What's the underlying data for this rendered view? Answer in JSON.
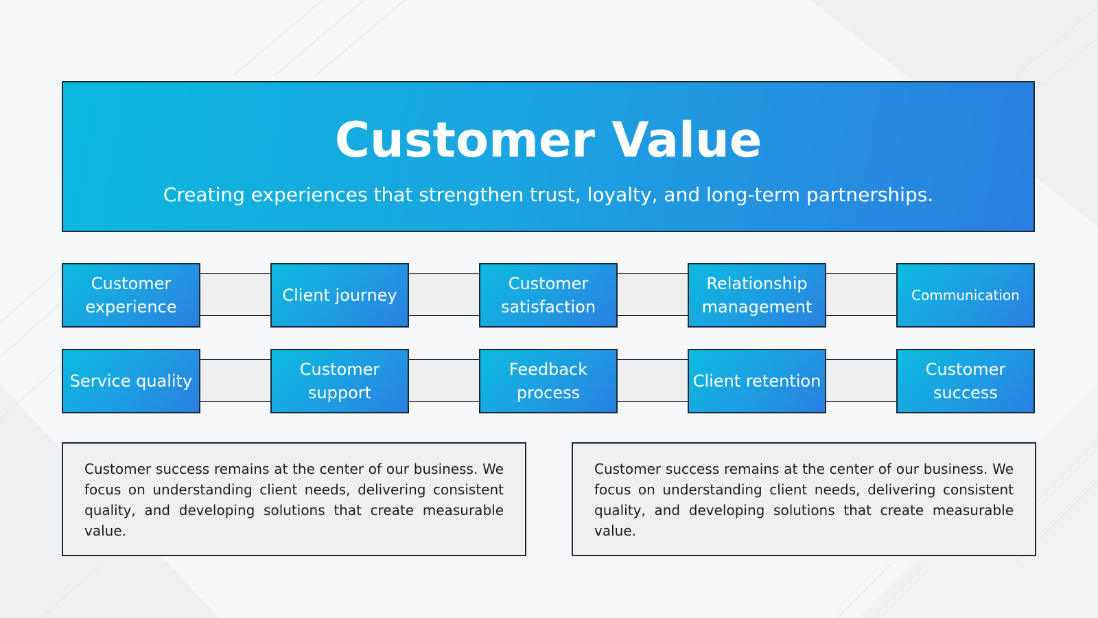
{
  "header": {
    "title": "Customer Value",
    "subtitle": "Creating experiences that strengthen trust, loyalty, and long-term partnerships."
  },
  "rows": [
    {
      "nodes": [
        {
          "label": "Customer experience"
        },
        {
          "label": "Client journey"
        },
        {
          "label": "Customer satisfaction"
        },
        {
          "label": "Relationship management"
        },
        {
          "label": "Communication"
        }
      ]
    },
    {
      "nodes": [
        {
          "label": "Service quality"
        },
        {
          "label": "Customer support"
        },
        {
          "label": "Feedback process"
        },
        {
          "label": "Client retention"
        },
        {
          "label": "Customer success"
        }
      ]
    }
  ],
  "descriptions": [
    {
      "text": "Customer success remains at the center of our business. We focus on understanding client needs, delivering consistent quality, and developing solutions that create measurable value."
    },
    {
      "text": "Customer success remains at the center of our business. We focus on understanding client needs, delivering consistent quality, and developing solutions that create measurable value."
    }
  ],
  "colors": {
    "primary_start": "#0ab8de",
    "primary_end": "#2b7fe0",
    "border": "#1b2733",
    "panel": "#f0f0f0",
    "background": "#f7f8f9"
  }
}
